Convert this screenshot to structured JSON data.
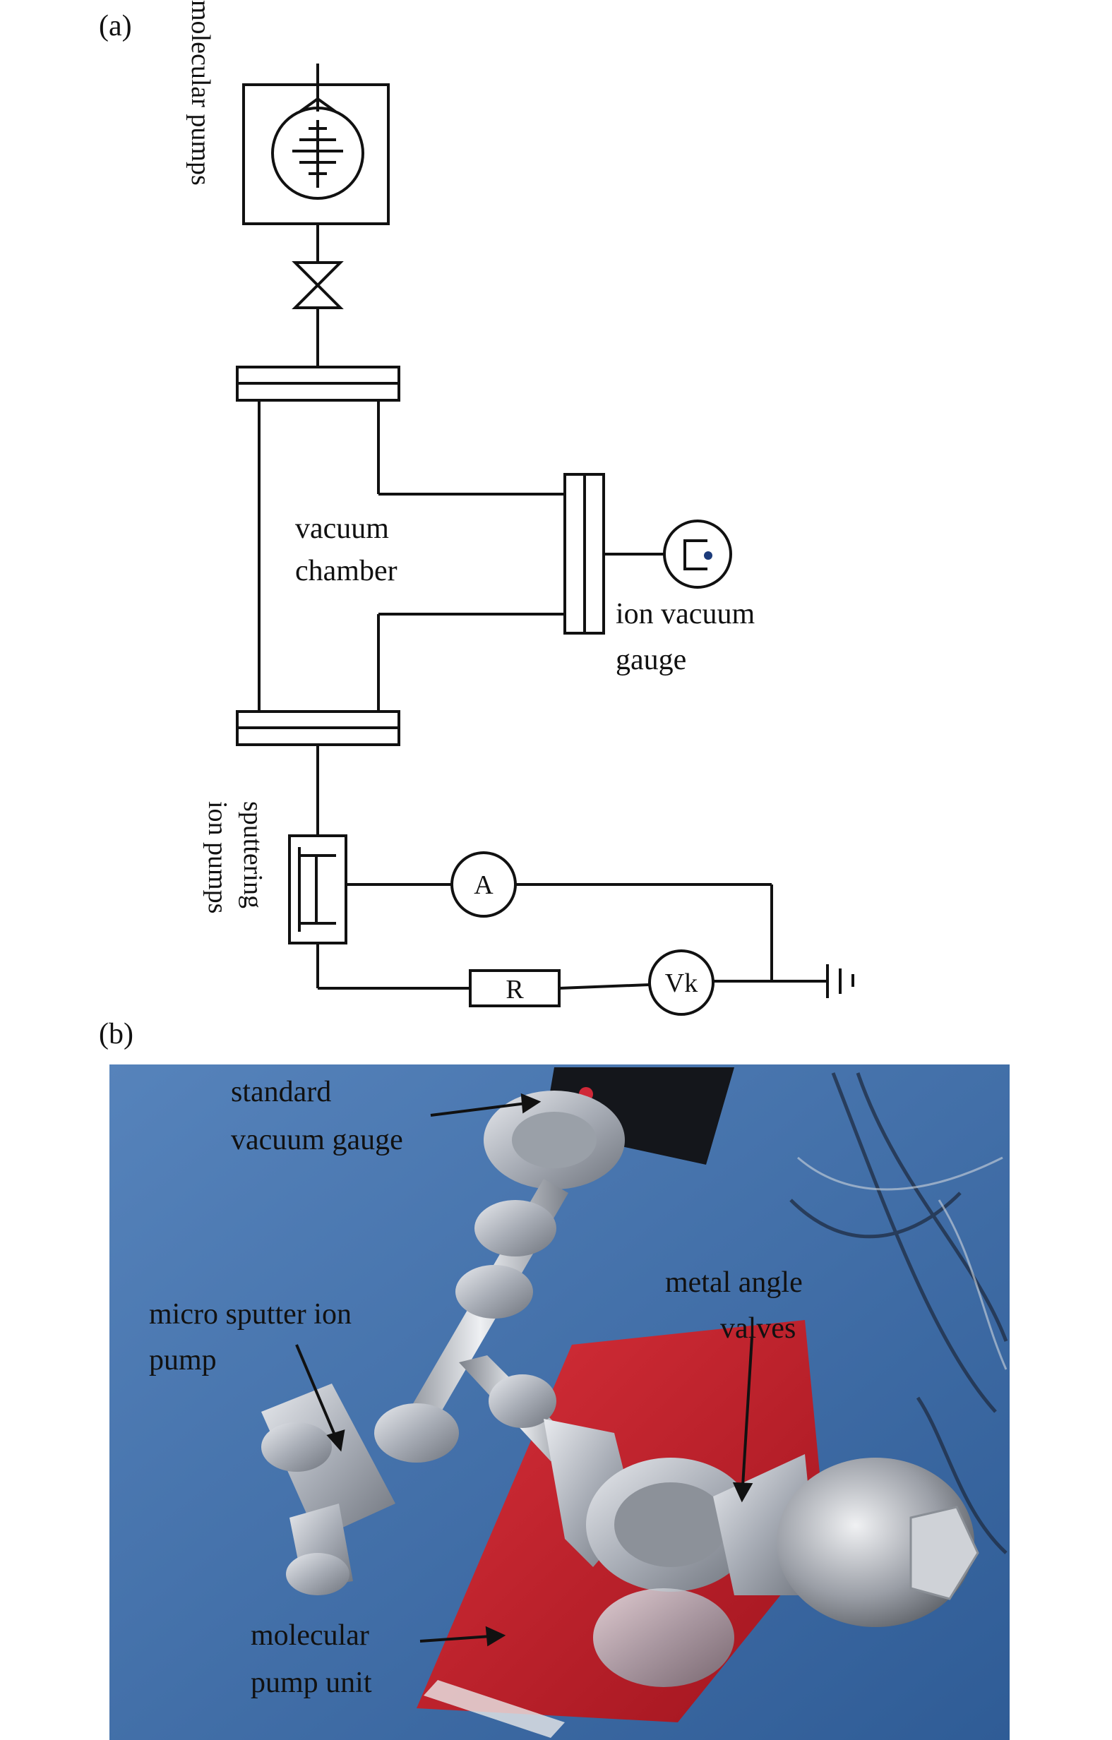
{
  "panel_a": {
    "label": "(a)",
    "molecular_pumps": "molecular pumps",
    "chamber_line1": "vacuum",
    "chamber_line2": "chamber",
    "gauge_line1": "ion vacuum",
    "gauge_line2": "gauge",
    "sputter_line1": "sputtering",
    "sputter_line2": "ion pumps",
    "ammeter": "A",
    "resistor": "R",
    "voltage": "Vk"
  },
  "panel_b": {
    "label": "(b)",
    "standard_line1": "standard",
    "standard_line2": "vacuum gauge",
    "micro_line1": "micro sputter ion",
    "micro_line2": "pump",
    "metal_line1": "metal angle",
    "metal_line2": "valves",
    "molecular_line1": "molecular",
    "molecular_line2": "pump unit"
  },
  "colors": {
    "line": "#111111",
    "photo_bg": "#3f6fa8",
    "red_unit": "#c8202c",
    "steel": "#b9bdc4",
    "gauge_dot": "#1c3b7a"
  }
}
